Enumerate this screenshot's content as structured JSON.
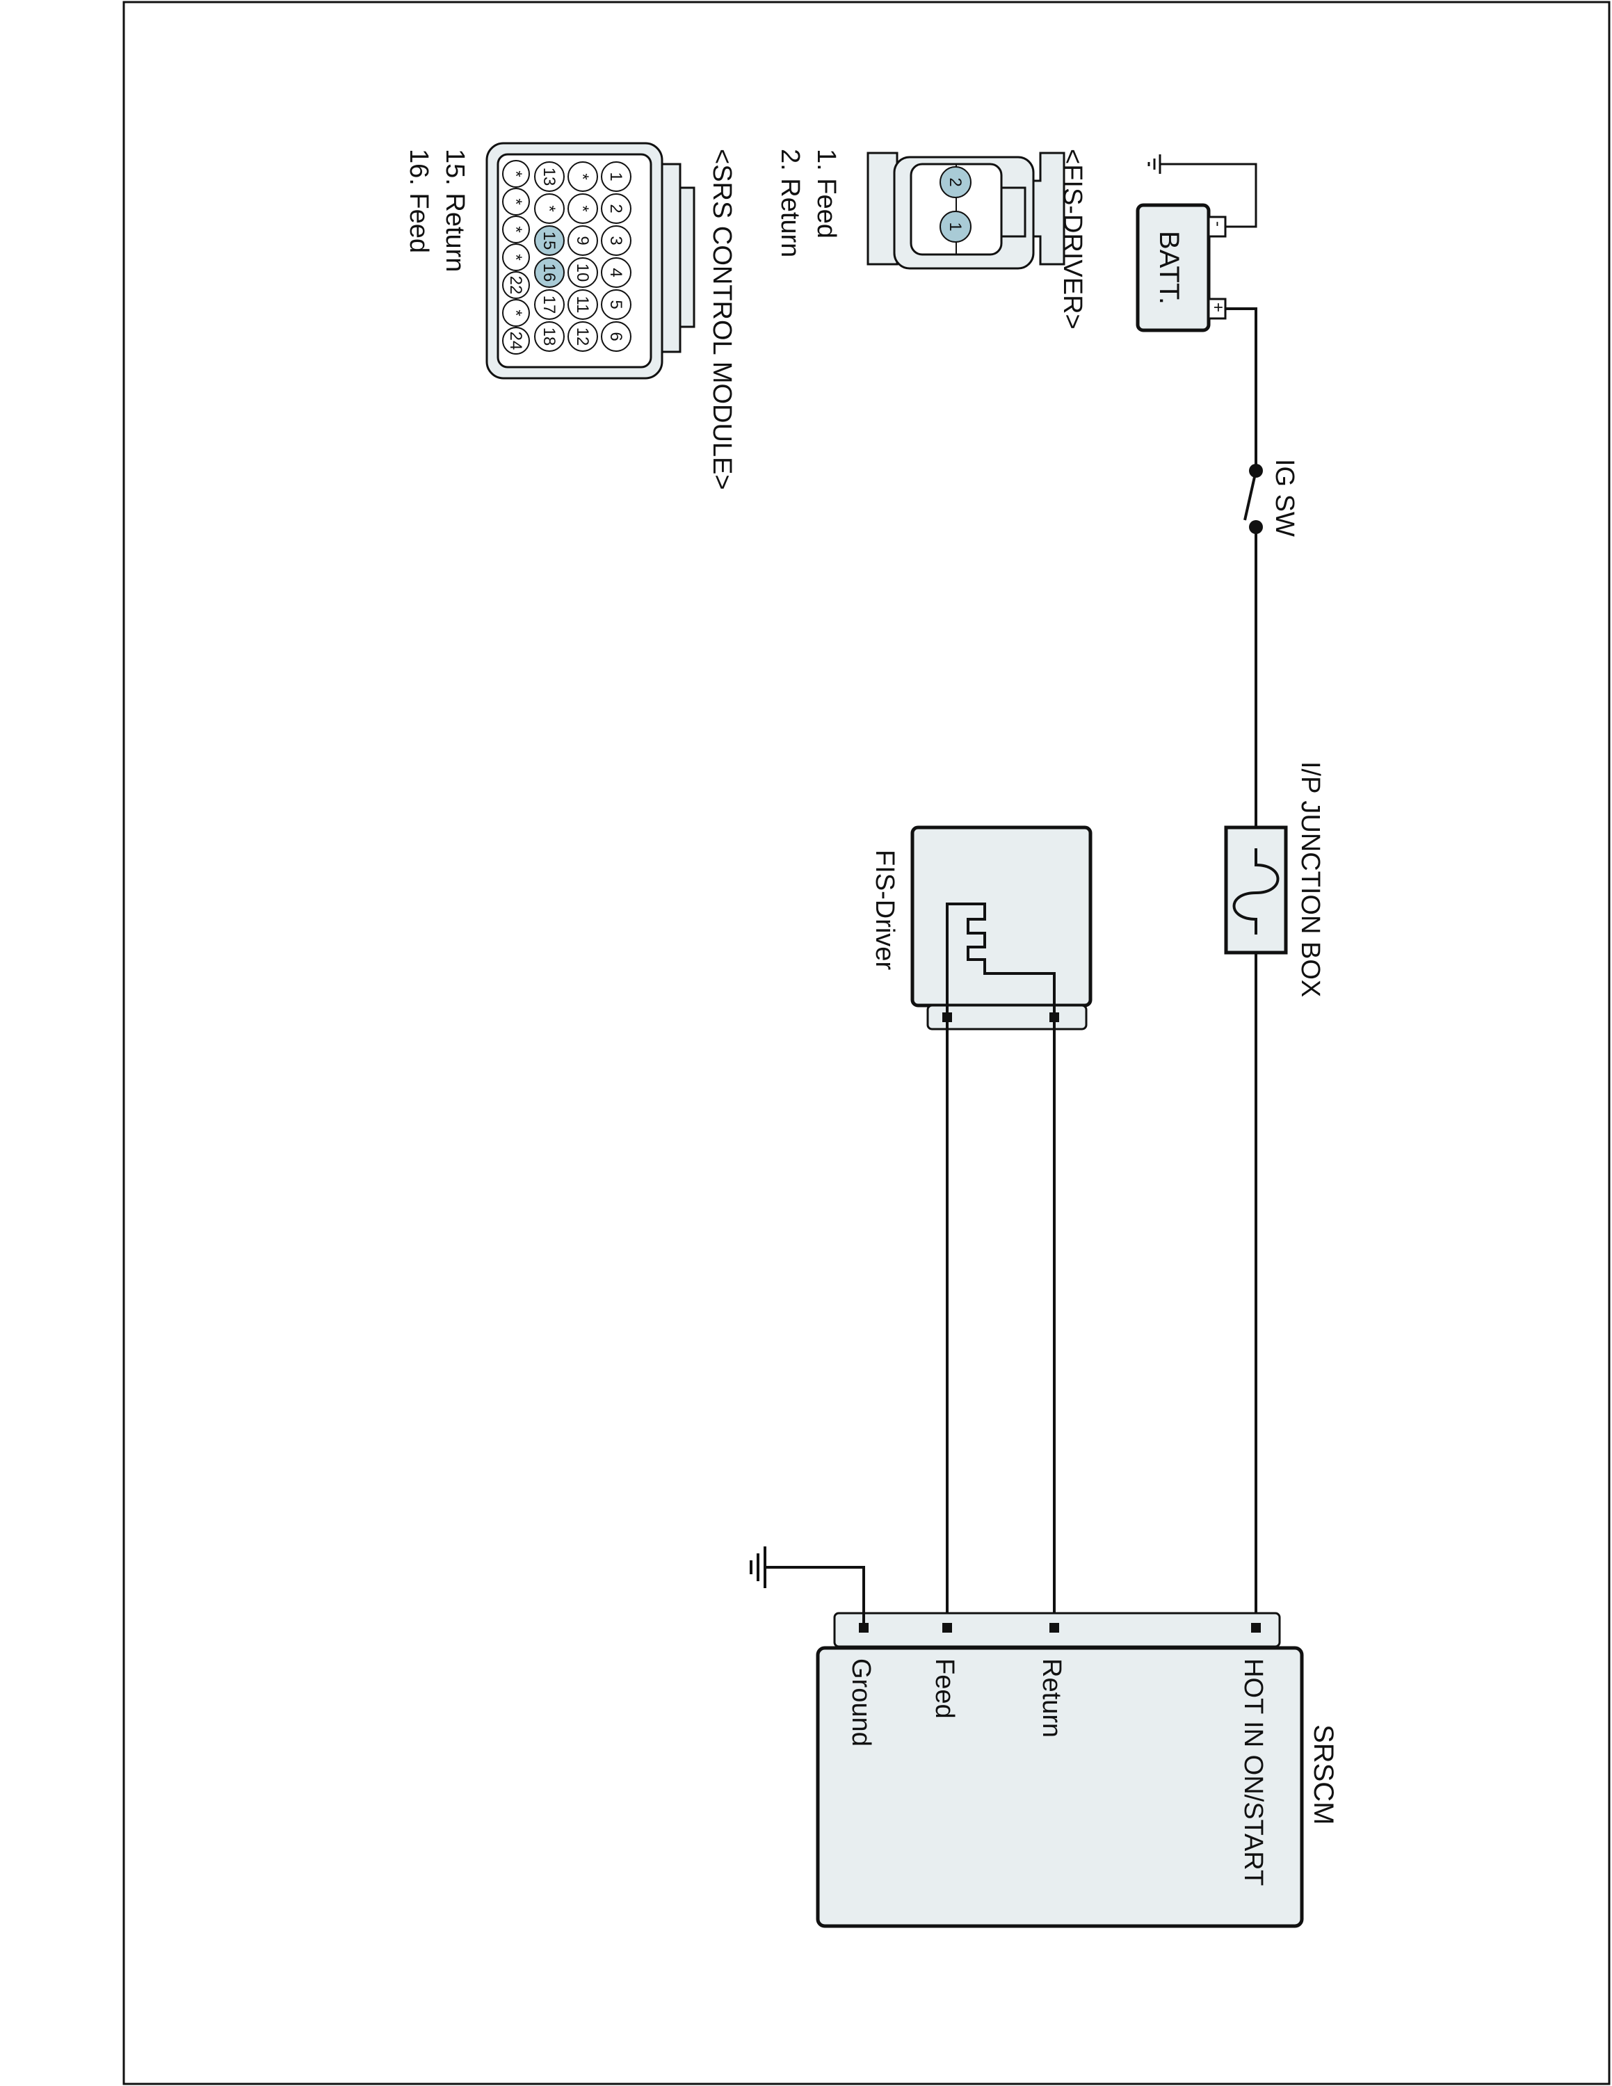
{
  "labels": {
    "batt": "BATT.",
    "batt_neg": "-",
    "batt_pos": "+",
    "ig_sw": "IG SW",
    "ip_junction_box": "I/P JUNCTION BOX",
    "fis_driver": "FIS-Driver",
    "srscm": "SRSCM"
  },
  "srscm_pins": [
    "HOT IN ON/START",
    "Return",
    "Feed",
    "Ground"
  ],
  "fis_connector": {
    "title": "<FIS-DRIVER>",
    "items": [
      "1. Feed",
      "2. Return"
    ],
    "pins": [
      "1",
      "2"
    ]
  },
  "srs_connector": {
    "title": "<SRS CONTROL MODULE>",
    "items": [
      "15. Return",
      "16. Feed"
    ],
    "rows": [
      [
        "1",
        "2",
        "3",
        "4",
        "5",
        "6"
      ],
      [
        "*",
        "*",
        "9",
        "10",
        "11",
        "12"
      ],
      [
        "13",
        "*",
        "15",
        "16",
        "17",
        "18"
      ],
      [
        "*",
        "*",
        "*",
        "*",
        "22",
        "*",
        "24"
      ]
    ],
    "highlighted": [
      "15",
      "16"
    ]
  }
}
